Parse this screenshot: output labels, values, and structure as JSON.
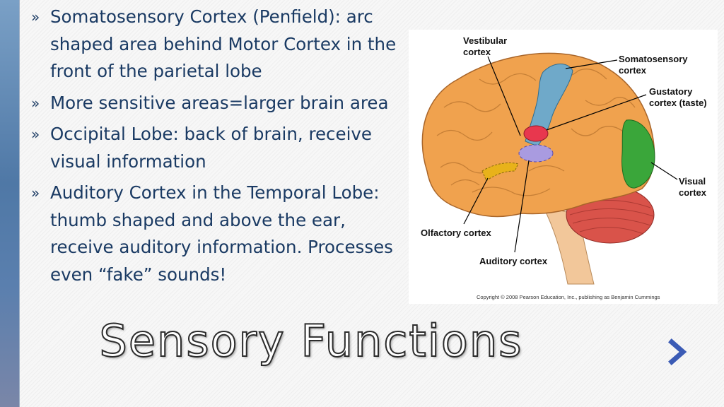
{
  "slide": {
    "title": "Sensory Functions",
    "bullet_marker": "»",
    "bullets": [
      "Somatosensory Cortex (Penfield): arc shaped area behind Motor Cortex in the front of the parietal lobe",
      "More sensitive areas=larger brain area",
      "Occipital Lobe: back of brain, receive visual information",
      "Auditory Cortex in the Temporal Lobe: thumb shaped and above the ear, receive auditory information. Processes even “fake” sounds!"
    ],
    "next_icon": "chevron-right-icon"
  },
  "figure": {
    "labels": {
      "vestibular_1": "Vestibular",
      "vestibular_2": "cortex",
      "somatosensory_1": "Somatosensory",
      "somatosensory_2": "cortex",
      "gustatory_1": "Gustatory",
      "gustatory_2": "cortex (taste)",
      "visual_1": "Visual",
      "visual_2": "cortex",
      "olfactory": "Olfactory cortex",
      "auditory": "Auditory cortex"
    },
    "copyright": "Copyright © 2008 Pearson Education, Inc., publishing as Benjamin Cummings"
  },
  "colors": {
    "text": "#1a3a63",
    "accent_arrow": "#3b5bb5",
    "brain": "#f0a24e",
    "somatosensory": "#6fa9c9",
    "gustatory": "#e8374e",
    "visual": "#3aa63a",
    "auditory": "#a99be0",
    "olfactory": "#e8b21a",
    "cerebellum": "#d9534a"
  }
}
